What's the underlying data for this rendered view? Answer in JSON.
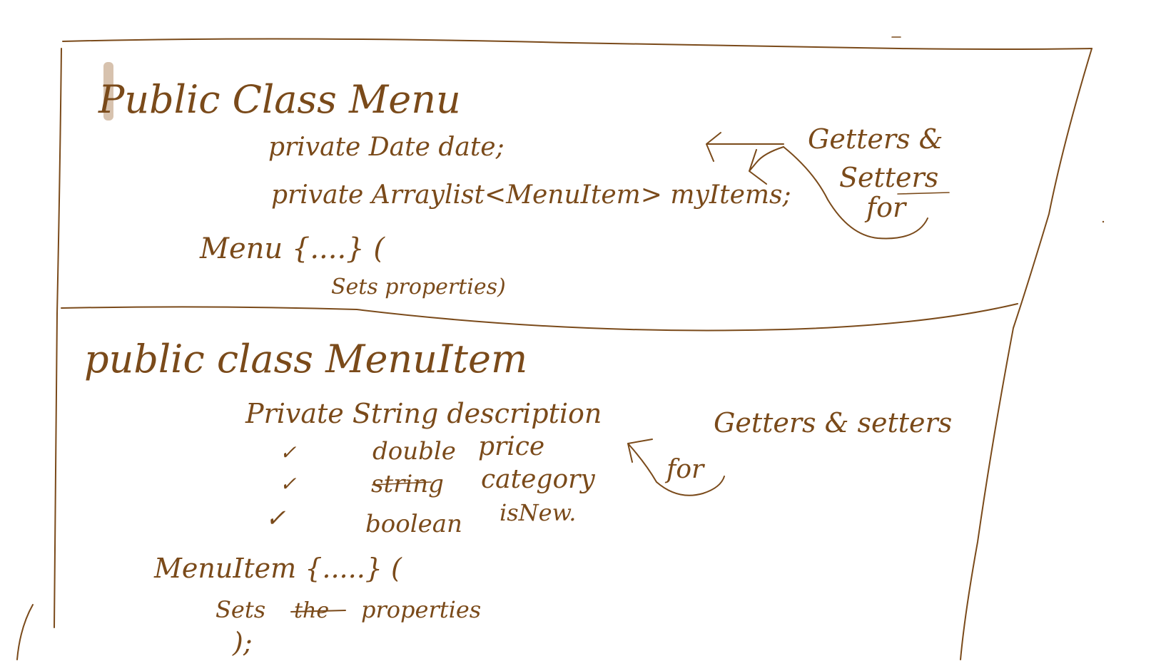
{
  "top_class": {
    "header": "Public Class Menu",
    "fields": [
      "private Date date;",
      "private Arraylist<MenuItem> myItems;"
    ],
    "constructor": "Menu {....} (",
    "constructor_note": "Sets properties)",
    "side_note_line1": "Getters &",
    "side_note_line2": "Setters",
    "side_note_line3": "for"
  },
  "bottom_class": {
    "header": "public class MenuItem",
    "field_first": "Private String description",
    "field_rows": [
      {
        "check": "✓",
        "type": "double",
        "name": "price"
      },
      {
        "check": "✓",
        "type": "string",
        "name": "category"
      },
      {
        "check": "✓",
        "type": "boolean",
        "name": "isNew."
      }
    ],
    "side_note_line1": "Getters & setters",
    "side_note_line2": "for",
    "constructor": "MenuItem {.....} (",
    "constructor_note_prefix": "Sets",
    "constructor_note_struck": "the",
    "constructor_note_suffix": "properties",
    "constructor_end": ");"
  },
  "colors": {
    "ink": "#7a4a1a",
    "highlight": "#c9ae93",
    "paper": "#ffffff"
  }
}
